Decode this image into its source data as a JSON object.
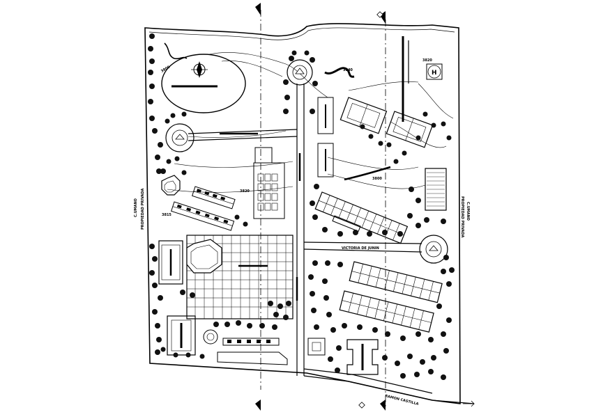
{
  "labels": {
    "contour_a": "3800",
    "contour_b": "3820",
    "contour_c": "3840",
    "contour_d": "3815",
    "contour_e": "3800",
    "contour_f": "3820",
    "helipad": "H",
    "road_center": "VICTORIA DE JUNIN",
    "road_bottom": "RAMON CASTILLA",
    "left_side_1": "C.UMANO",
    "left_side_2": "PROPIEDAD PRIVADA",
    "right_side_1": "PROPIEDAD PRIVADA",
    "right_side_2": "C.UMANO"
  },
  "colors": {
    "ink": "#000000",
    "paper": "#ffffff"
  },
  "icons": {
    "north_markers": "section-cut-arrow-icon",
    "compass": "north-compass-icon"
  }
}
